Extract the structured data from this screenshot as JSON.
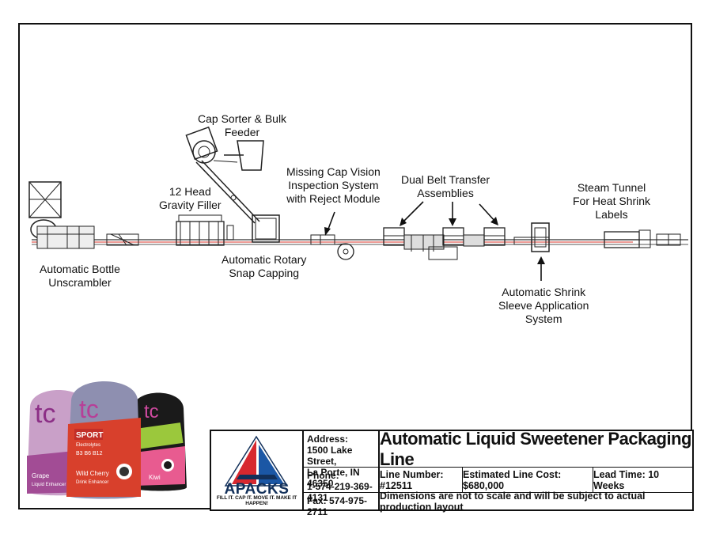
{
  "labels": {
    "bottle_unscrambler": [
      "Automatic Bottle",
      "Unscrambler"
    ],
    "cap_sorter": [
      "Cap Sorter & Bulk",
      "Feeder"
    ],
    "gravity_filler": [
      "12 Head",
      "Gravity Filler"
    ],
    "rotary_capping": [
      "Automatic Rotary",
      "Snap Capping"
    ],
    "cap_vision": [
      "Missing Cap Vision",
      "Inspection System",
      "with Reject Module"
    ],
    "dual_belt": [
      "Dual Belt Transfer",
      "Assemblies"
    ],
    "steam_tunnel": [
      "Steam Tunnel",
      "For Heat Shrink",
      "Labels"
    ],
    "shrink_sleeve": [
      "Automatic Shrink",
      "Sleeve Application",
      "System"
    ]
  },
  "products": {
    "bottle1": {
      "logo": "tc",
      "name": "Grape",
      "sub": "Liquid Enhancer",
      "color": "#c9a0c8"
    },
    "bottle2": {
      "logo": "tc",
      "band": "SPORT",
      "sub1": "Electrolytes",
      "sub2": "B3 B6 B12",
      "name": "Wild Cherry",
      "sub": "Drink Enhancer",
      "color": "#d8402c"
    },
    "bottle3": {
      "logo": "tc",
      "name": "Kiwi",
      "color": "#1a1a1a"
    }
  },
  "title_block": {
    "logo_text": "APACKS",
    "slogan": "FILL IT. CAP IT. MOVE IT. MAKE IT HAPPEN!",
    "address_label": "Address:",
    "address_line1": "1500 Lake Street,",
    "address_line2": "La Porte, IN 46350",
    "phone_label": "Phone:",
    "phone": "1-574-219-369-4131",
    "fax": "Fax: 574-975-2711",
    "title": "Automatic Liquid Sweetener Packaging Line",
    "line_number": "Line Number: #12511",
    "line_cost": "Estimated Line Cost:  $680,000",
    "lead_time": "Lead Time: 10 Weeks",
    "disclaimer": "Dimensions are not to scale and will be subject to actual production layout"
  },
  "colors": {
    "conveyor_accent": "#d9342b",
    "logo_red": "#d7282f",
    "logo_blue": "#1b57a5",
    "logo_navy": "#12305a"
  }
}
